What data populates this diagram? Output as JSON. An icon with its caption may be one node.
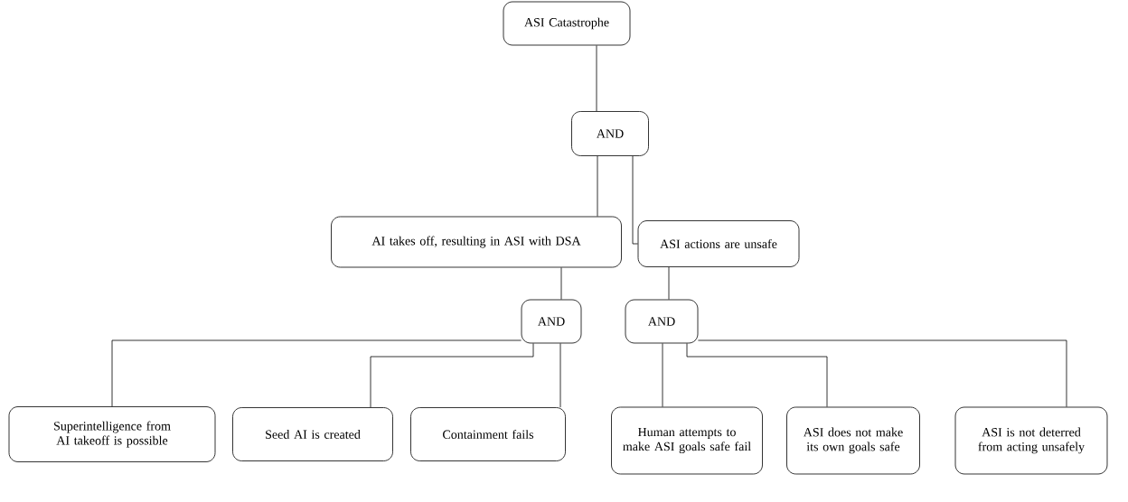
{
  "diagram": {
    "nodes": [
      {
        "text": [
          "ASI Catastrophe"
        ]
      },
      {
        "text": [
          "AND"
        ]
      },
      {
        "text": [
          "AI takes off, resulting in ASI with DSA"
        ]
      },
      {
        "text": [
          "ASI actions are unsafe"
        ]
      },
      {
        "text": [
          "AND"
        ]
      },
      {
        "text": [
          "AND"
        ]
      },
      {
        "text": [
          "Superintelligence from AI takeoff is possible"
        ]
      },
      {
        "text": [
          "Seed AI is created"
        ]
      },
      {
        "text": [
          "Containment fails"
        ]
      },
      {
        "text": [
          "Human attempts to make ASI goals safe fail"
        ]
      },
      {
        "text": [
          "ASI does not make its own goals safe"
        ]
      },
      {
        "text": [
          "ASI is not deterred from acting unsafely"
        ]
      }
    ],
    "edges": [
      {
        "from": 0,
        "to": 1,
        "arrow": "none"
      },
      {
        "from": 1,
        "to": 2,
        "arrow": "none"
      },
      {
        "from": 1,
        "to": 3,
        "arrow": "none"
      },
      {
        "from": 2,
        "to": 4,
        "arrow": "none"
      },
      {
        "from": 3,
        "to": 5,
        "arrow": "none"
      },
      {
        "from": 4,
        "to": 6,
        "arrow": "none"
      },
      {
        "from": 4,
        "to": 7,
        "arrow": "none"
      },
      {
        "from": 4,
        "to": 8,
        "arrow": "none"
      },
      {
        "from": 5,
        "to": 9,
        "arrow": "none"
      },
      {
        "from": 5,
        "to": 10,
        "arrow": "none"
      },
      {
        "from": 5,
        "to": 11,
        "arrow": "none"
      }
    ]
  }
}
